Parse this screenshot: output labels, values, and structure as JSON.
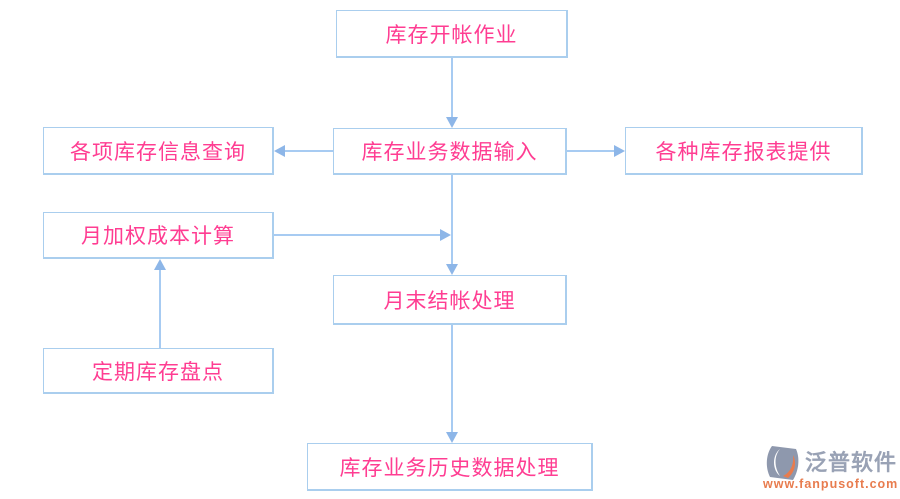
{
  "colors": {
    "node_border": "#aaceee",
    "node_text": "#ff3d92",
    "arrow": "#a7cbf2",
    "arrow_head": "#8db6e8",
    "brand_color": "#99a2b5",
    "url_color": "#e87c4e",
    "bg": "#ffffff"
  },
  "diagram": {
    "type": "flowchart",
    "nodes": [
      {
        "id": "inventory-opening",
        "label": "库存开帐作业"
      },
      {
        "id": "business-data-input",
        "label": "库存业务数据输入"
      },
      {
        "id": "info-query",
        "label": "各项库存信息查询"
      },
      {
        "id": "reports-provide",
        "label": "各种库存报表提供"
      },
      {
        "id": "weighted-cost",
        "label": "月加权成本计算"
      },
      {
        "id": "month-end-closing",
        "label": "月末结帐处理"
      },
      {
        "id": "periodic-stocktake",
        "label": "定期库存盘点"
      },
      {
        "id": "history-processing",
        "label": "库存业务历史数据处理"
      }
    ],
    "edges": [
      {
        "from": "inventory-opening",
        "to": "business-data-input",
        "direction": "down"
      },
      {
        "from": "business-data-input",
        "to": "info-query",
        "direction": "left"
      },
      {
        "from": "business-data-input",
        "to": "reports-provide",
        "direction": "right"
      },
      {
        "from": "business-data-input",
        "to": "month-end-closing",
        "direction": "down"
      },
      {
        "from": "weighted-cost",
        "to": "month-end-closing",
        "direction": "right"
      },
      {
        "from": "periodic-stocktake",
        "to": "weighted-cost",
        "direction": "up"
      },
      {
        "from": "month-end-closing",
        "to": "history-processing",
        "direction": "down"
      }
    ]
  },
  "logo": {
    "brand": "泛普软件",
    "url": "www.fanpusoft.com"
  }
}
